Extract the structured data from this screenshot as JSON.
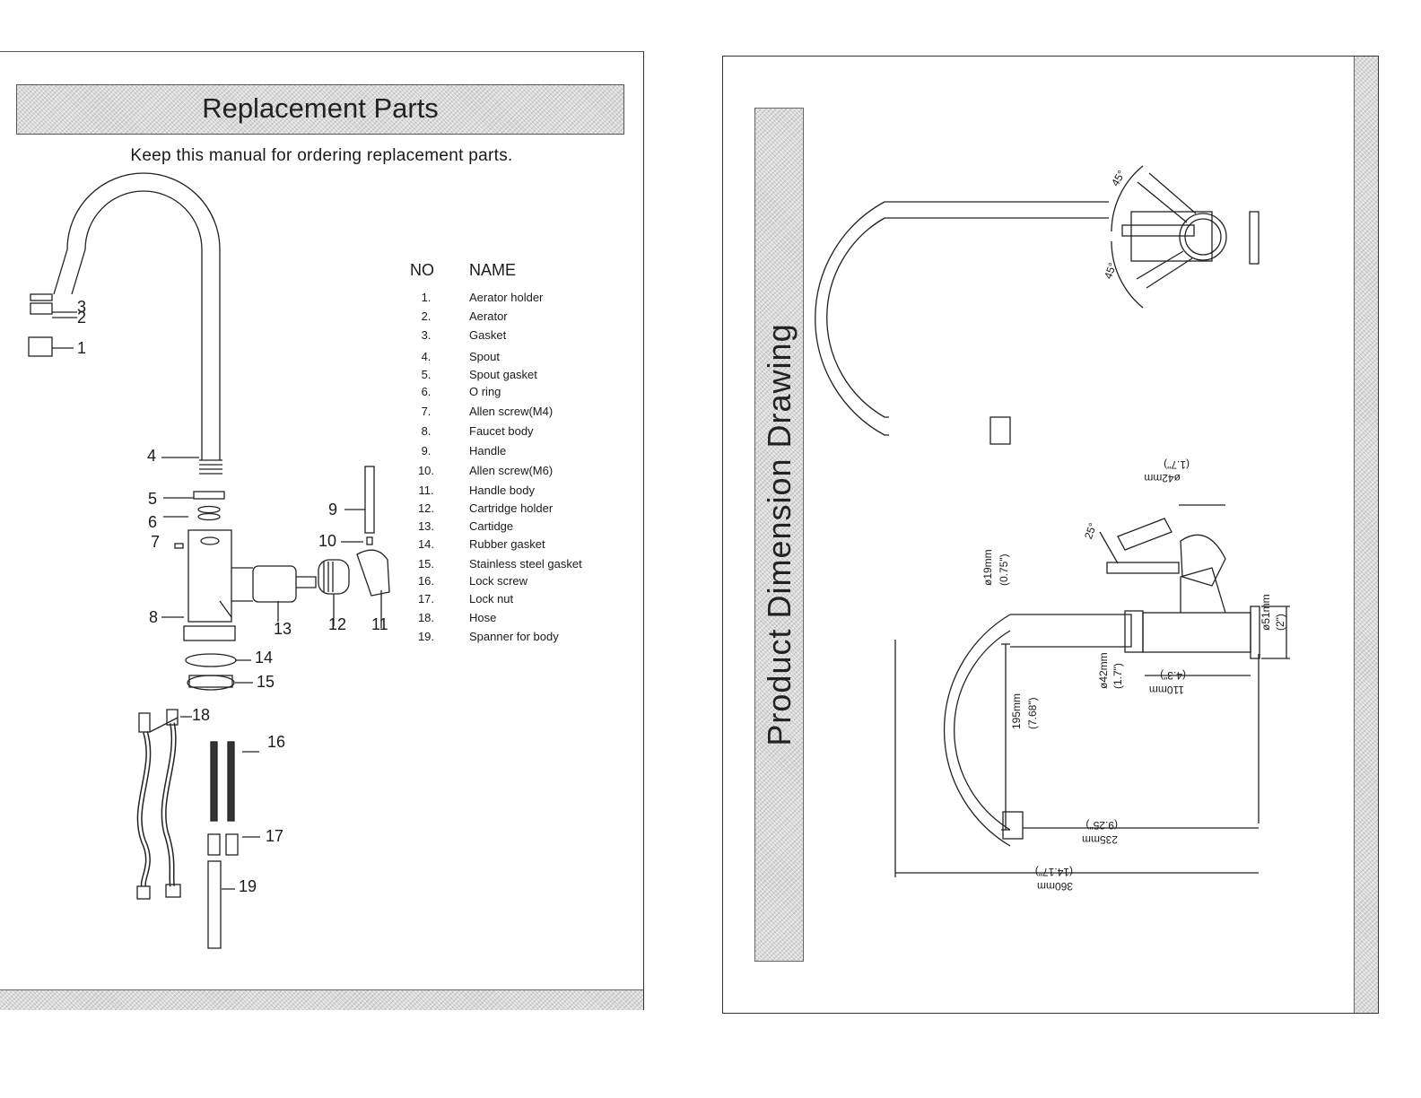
{
  "left_page": {
    "title": "Replacement Parts",
    "subtitle": "Keep this manual for ordering replacement parts.",
    "table_headers": {
      "no": "NO",
      "name": "NAME"
    },
    "parts": [
      {
        "no": "1.",
        "name": "Aerator holder"
      },
      {
        "no": "2.",
        "name": "Aerator"
      },
      {
        "no": "3.",
        "name": "Gasket"
      },
      {
        "no": "4.",
        "name": "Spout"
      },
      {
        "no": "5.",
        "name": "Spout gasket"
      },
      {
        "no": "6.",
        "name": "O ring"
      },
      {
        "no": "7.",
        "name": "Allen screw(M4)"
      },
      {
        "no": "8.",
        "name": "Faucet body"
      },
      {
        "no": "9.",
        "name": "Handle"
      },
      {
        "no": "10.",
        "name": "Allen screw(M6)"
      },
      {
        "no": "11.",
        "name": "Handle body"
      },
      {
        "no": "12.",
        "name": "Cartridge holder"
      },
      {
        "no": "13.",
        "name": "Cartidge"
      },
      {
        "no": "14.",
        "name": "Rubber gasket"
      },
      {
        "no": "15.",
        "name": "Stainless steel gasket"
      },
      {
        "no": "16.",
        "name": "Lock screw"
      },
      {
        "no": "17.",
        "name": "Lock nut"
      },
      {
        "no": "18.",
        "name": "Hose"
      },
      {
        "no": "19.",
        "name": "Spanner for body"
      }
    ],
    "callouts": [
      "1",
      "2",
      "3",
      "4",
      "5",
      "6",
      "7",
      "8",
      "9",
      "10",
      "11",
      "12",
      "13",
      "14",
      "15",
      "16",
      "17",
      "18",
      "19"
    ]
  },
  "right_page": {
    "title": "Product Dimension Drawing",
    "angle_labels": [
      "45°",
      "45°",
      "25°"
    ],
    "dimensions": {
      "d42_top": [
        "ø42mm",
        "(1.7\")"
      ],
      "d19": [
        "ø19mm",
        "(0.75\")"
      ],
      "d51": [
        "ø51mm",
        "(2\")"
      ],
      "d42_base": [
        "ø42mm",
        "(1.7\")"
      ],
      "l110": [
        "110mm",
        "(4.3\")"
      ],
      "h195": [
        "195mm",
        "(7.68\")"
      ],
      "l235": [
        "235mm",
        "(9.25\")"
      ],
      "l360": [
        "360mm",
        "(14.17\")"
      ]
    }
  }
}
